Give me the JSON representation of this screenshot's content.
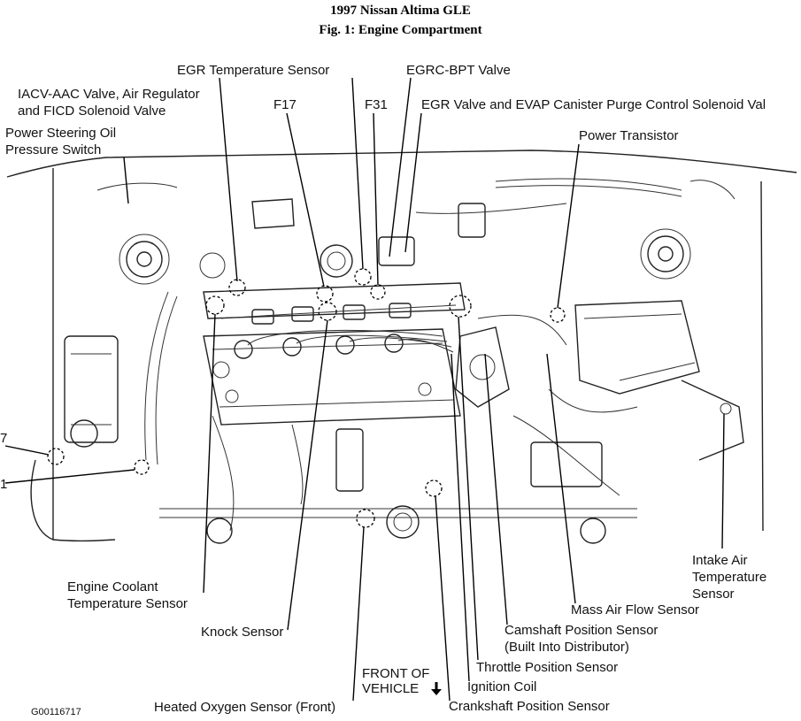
{
  "header": {
    "title": "1997 Nissan Altima GLE",
    "subtitle": "Fig. 1: Engine Compartment"
  },
  "labels": {
    "egr_temp": "EGR Temperature Sensor",
    "egrc_bpt": "EGRC-BPT Valve",
    "iacv_line1": "IACV-AAC Valve, Air Regulator",
    "iacv_line2": "and FICD Solenoid Valve",
    "f17": "F17",
    "f31": "F31",
    "egr_valve": "EGR Valve and EVAP Canister Purge Control Solenoid Val",
    "ps_line1": "Power Steering Oil",
    "ps_line2": "Pressure Switch",
    "power_transistor": "Power Transistor",
    "left_cut_1": "7",
    "left_cut_2": "1",
    "coolant_line1": "Engine Coolant",
    "coolant_line2": "Temperature Sensor",
    "intake_line1": "Intake Air",
    "intake_line2": "Temperature",
    "intake_line3": "Sensor",
    "maf": "Mass Air Flow Sensor",
    "knock": "Knock Sensor",
    "cam_line1": "Camshaft Position Sensor",
    "cam_line2": "(Built Into Distributor)",
    "throttle": "Throttle Position Sensor",
    "front_line1": "FRONT OF",
    "front_line2": "VEHICLE",
    "ignition": "Ignition Coil",
    "heated_o2": "Heated Oxygen Sensor (Front)",
    "crank": "Crankshaft Position Sensor",
    "figure_id": "G00116717"
  }
}
